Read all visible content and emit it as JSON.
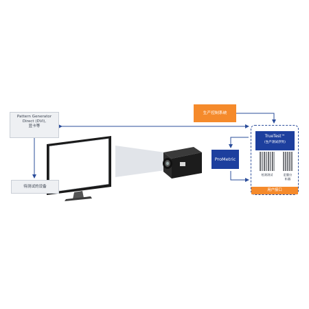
{
  "diagram": {
    "pattern_generator": {
      "line1": "Pattern Generator",
      "line2": "Direct (DVI),",
      "line3": "显卡等"
    },
    "dut_label": "待测试的设备",
    "production_control": "生产控制系统",
    "prometric_label": "ProMetric",
    "trutest": {
      "title": "TrueTest™",
      "subtitle": "(生产测试序列)"
    },
    "bar_label_left": "检测测试",
    "bar_label_right_1": "定量分",
    "bar_label_right_2": "析器",
    "user_interface": "用户接口",
    "colors": {
      "orange": "#f58a2b",
      "blue": "#1d3f9e",
      "arrow": "#2a4c9a"
    }
  }
}
